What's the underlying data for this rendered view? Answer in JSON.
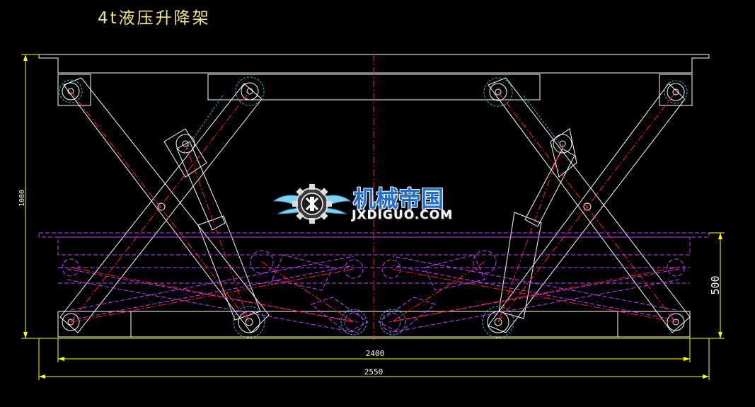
{
  "title": "4t液压升降架",
  "dimensions": {
    "height_total": "1080",
    "height_lowered": "500",
    "width_inner": "2400",
    "width_outer": "2550"
  },
  "watermark": {
    "name_cn": "机械帝国",
    "url": "JXDIGUO.COM",
    "emblem_icon": "gear-wings-emblem-icon"
  },
  "colors": {
    "background": "#000000",
    "outline": "#ffffff",
    "centerline": "#ff2020",
    "lowered_state": "#c040ff",
    "hidden": "#20c0d0",
    "dimension": "#ffff00",
    "title": "#f0e68c"
  }
}
